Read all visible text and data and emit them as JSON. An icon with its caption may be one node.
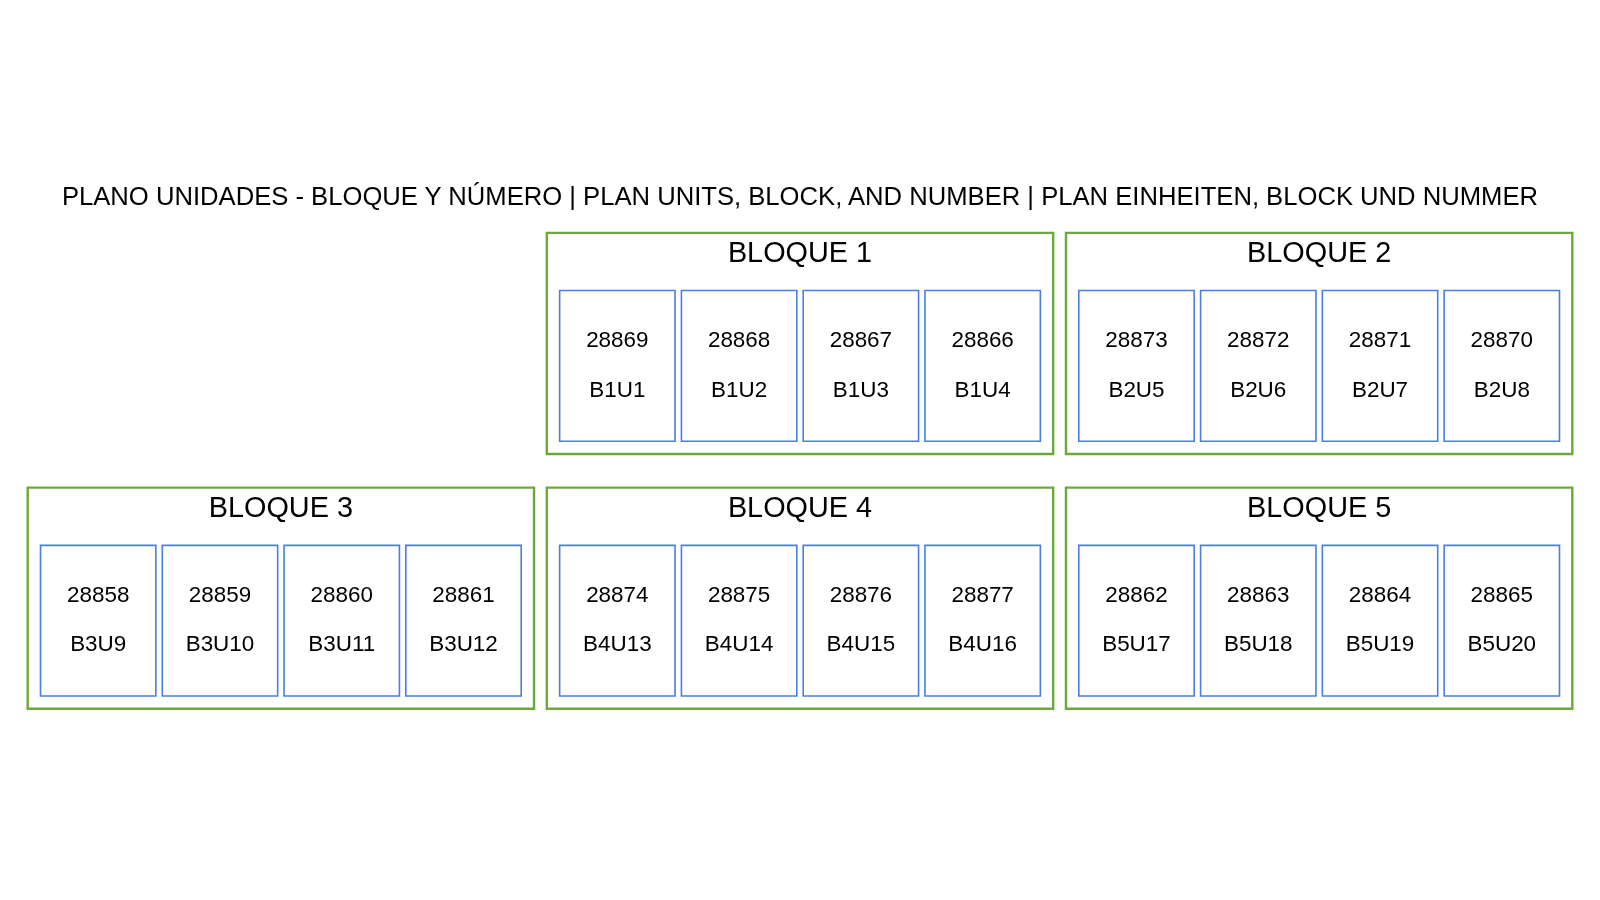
{
  "diagram": {
    "title": "PLANO UNIDADES - BLOQUE Y NÚMERO | PLAN UNITS, BLOCK, AND NUMBER | PLAN EINHEITEN, BLOCK UND NUMMER",
    "nodes": [
      {
        "text": [
          "BLOQUE 1"
        ]
      },
      {
        "text": [
          "BLOQUE 2"
        ]
      },
      {
        "text": [
          "BLOQUE 3"
        ]
      },
      {
        "text": [
          "BLOQUE 4"
        ]
      },
      {
        "text": [
          "BLOQUE 5"
        ]
      },
      {
        "text": [
          "28869",
          "B1U1"
        ],
        "in": 0
      },
      {
        "text": [
          "28868",
          "B1U2"
        ],
        "in": 0
      },
      {
        "text": [
          "28867",
          "B1U3"
        ],
        "in": 0
      },
      {
        "text": [
          "28866",
          "B1U4"
        ],
        "in": 0
      },
      {
        "text": [
          "28873",
          "B2U5"
        ],
        "in": 1
      },
      {
        "text": [
          "28872",
          "B2U6"
        ],
        "in": 1
      },
      {
        "text": [
          "28871",
          "B2U7"
        ],
        "in": 1
      },
      {
        "text": [
          "28870",
          "B2U8"
        ],
        "in": 1
      },
      {
        "text": [
          "28858",
          "B3U9"
        ],
        "in": 2
      },
      {
        "text": [
          "28859",
          "B3U10"
        ],
        "in": 2
      },
      {
        "text": [
          "28860",
          "B3U11"
        ],
        "in": 2
      },
      {
        "text": [
          "28861",
          "B3U12"
        ],
        "in": 2
      },
      {
        "text": [
          "28874",
          "B4U13"
        ],
        "in": 3
      },
      {
        "text": [
          "28875",
          "B4U14"
        ],
        "in": 3
      },
      {
        "text": [
          "28876",
          "B4U15"
        ],
        "in": 3
      },
      {
        "text": [
          "28877",
          "B4U16"
        ],
        "in": 3
      },
      {
        "text": [
          "28862",
          "B5U17"
        ],
        "in": 4
      },
      {
        "text": [
          "28863",
          "B5U18"
        ],
        "in": 4
      },
      {
        "text": [
          "28864",
          "B5U19"
        ],
        "in": 4
      },
      {
        "text": [
          "28865",
          "B5U20"
        ],
        "in": 4
      }
    ]
  }
}
